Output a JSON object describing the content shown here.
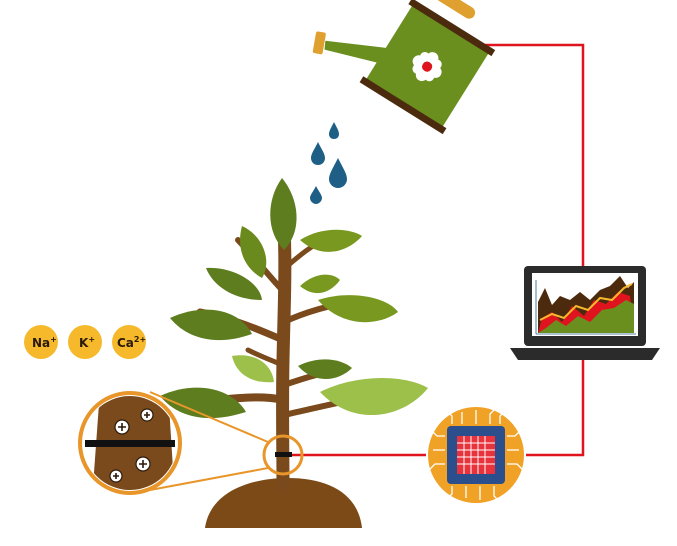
{
  "ions": [
    {
      "symbol": "Na",
      "charge": "+"
    },
    {
      "symbol": "K",
      "charge": "+"
    },
    {
      "symbol": "Ca",
      "charge": "2+"
    }
  ],
  "colors": {
    "leaf_dark": "#5e7d1e",
    "leaf_mid": "#78981f",
    "leaf_light": "#9cc04a",
    "stem": "#7a4a1c",
    "soil": "#7b4a16",
    "ion_badge": "#f6b92b",
    "can_body": "#6a8f1f",
    "can_handle": "#e0a030",
    "water_drop": "#1f5f86",
    "wire": "#e0141e",
    "chip_badge": "#f0a226",
    "chip_body": "#2a4f8c",
    "chip_grid": "#e8323c",
    "laptop": "#2b2b2b",
    "magnifier": "#e8952a"
  },
  "icons": [
    "watering-can-icon",
    "laptop-icon",
    "microchip-icon",
    "plant-icon",
    "magnifier-icon"
  ]
}
